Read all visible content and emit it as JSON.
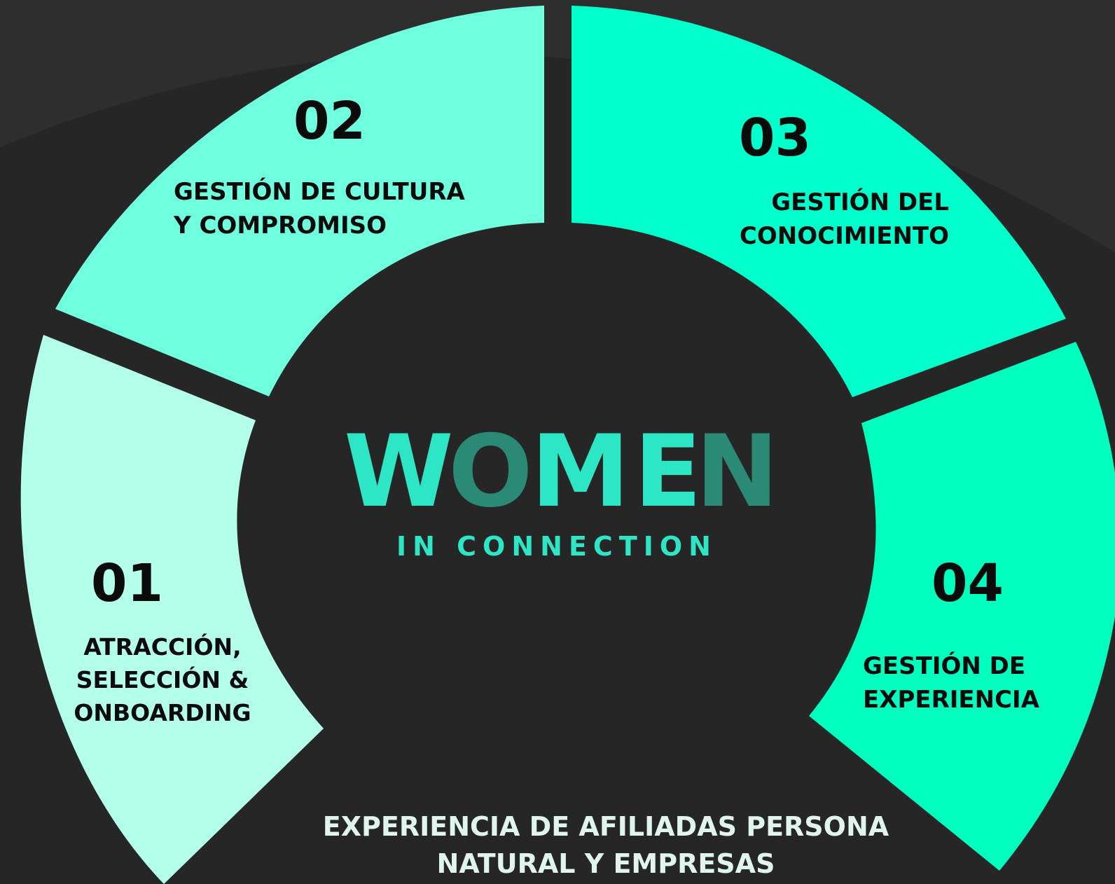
{
  "colors": {
    "background": "#262626",
    "segment_01": "#b3ffea",
    "segment_02": "#70ffde",
    "segment_03": "#00ffcb",
    "segment_04": "#00ffbf",
    "text_dark": "#0b0b0b",
    "logo_light": "#2de6c6",
    "logo_dark": "#2b8a75",
    "footer_text": "#dff5ee"
  },
  "segments": [
    {
      "number": "01",
      "label_lines": [
        "ATRACCIÓN,",
        "SELECCIÓN &",
        "ONBOARDING"
      ]
    },
    {
      "number": "02",
      "label_lines": [
        "GESTIÓN DE CULTURA",
        "Y COMPROMISO"
      ]
    },
    {
      "number": "03",
      "label_lines": [
        "GESTIÓN DEL",
        "CONOCIMIENTO"
      ]
    },
    {
      "number": "04",
      "label_lines": [
        "GESTIÓN DE",
        "EXPERIENCIA"
      ]
    }
  ],
  "logo": {
    "letters": [
      "W",
      "O",
      "M",
      "E",
      "N"
    ],
    "subtitle": "IN CONNECTION"
  },
  "footer": {
    "lines": [
      "EXPERIENCIA DE AFILIADAS PERSONA",
      "NATURAL Y EMPRESAS"
    ]
  }
}
